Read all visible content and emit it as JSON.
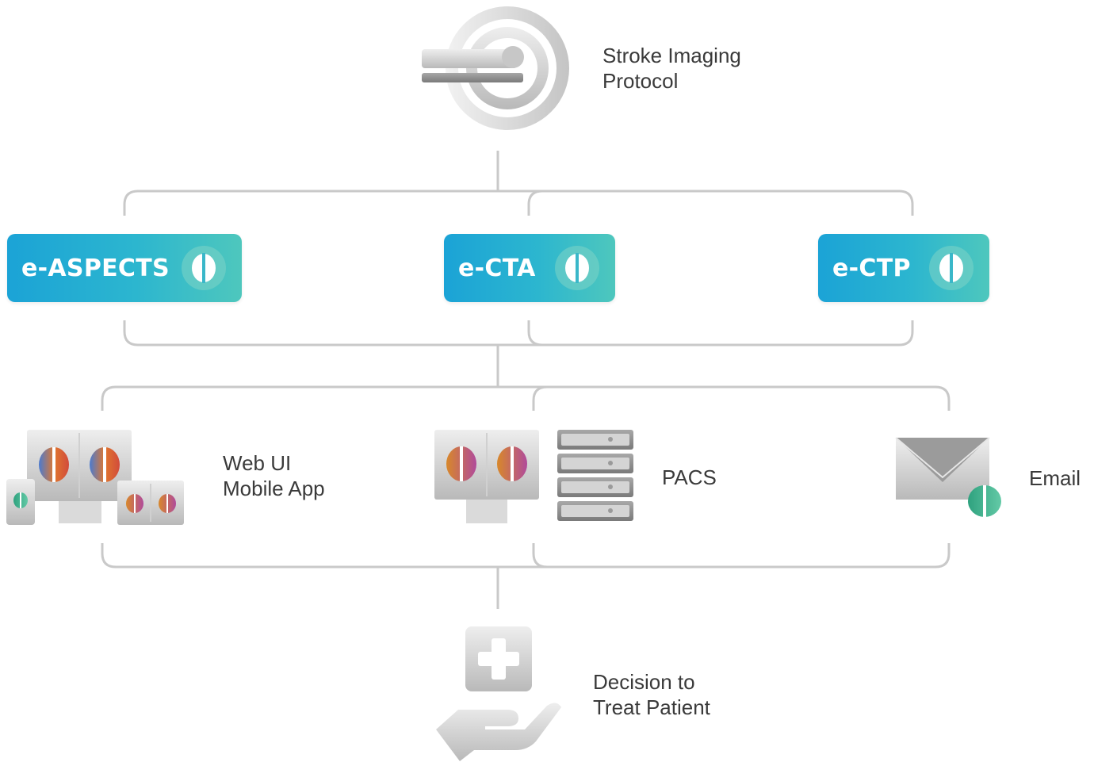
{
  "nodes": {
    "source": {
      "label_lines": [
        "Stroke Imaging",
        "Protocol"
      ],
      "icon": "ct-scanner-icon"
    },
    "modules": [
      {
        "label": "e-ASPECTS",
        "icon": "brain-icon"
      },
      {
        "label": "e-CTA",
        "icon": "brain-icon"
      },
      {
        "label": "e-CTP",
        "icon": "brain-icon"
      }
    ],
    "outputs": [
      {
        "label_lines": [
          "Web UI",
          "Mobile App"
        ],
        "icon": "devices-icon"
      },
      {
        "label_lines": [
          "PACS"
        ],
        "icon": "pacs-server-icon"
      },
      {
        "label_lines": [
          "Email"
        ],
        "icon": "email-icon"
      }
    ],
    "result": {
      "label_lines": [
        "Decision to",
        "Treat Patient"
      ],
      "icon": "medical-hand-icon"
    }
  },
  "colors": {
    "module_gradient_start": "#1ba3d6",
    "module_gradient_end": "#4ec7bd",
    "connector": "#c9c9c9",
    "text": "#3a3a3a"
  }
}
